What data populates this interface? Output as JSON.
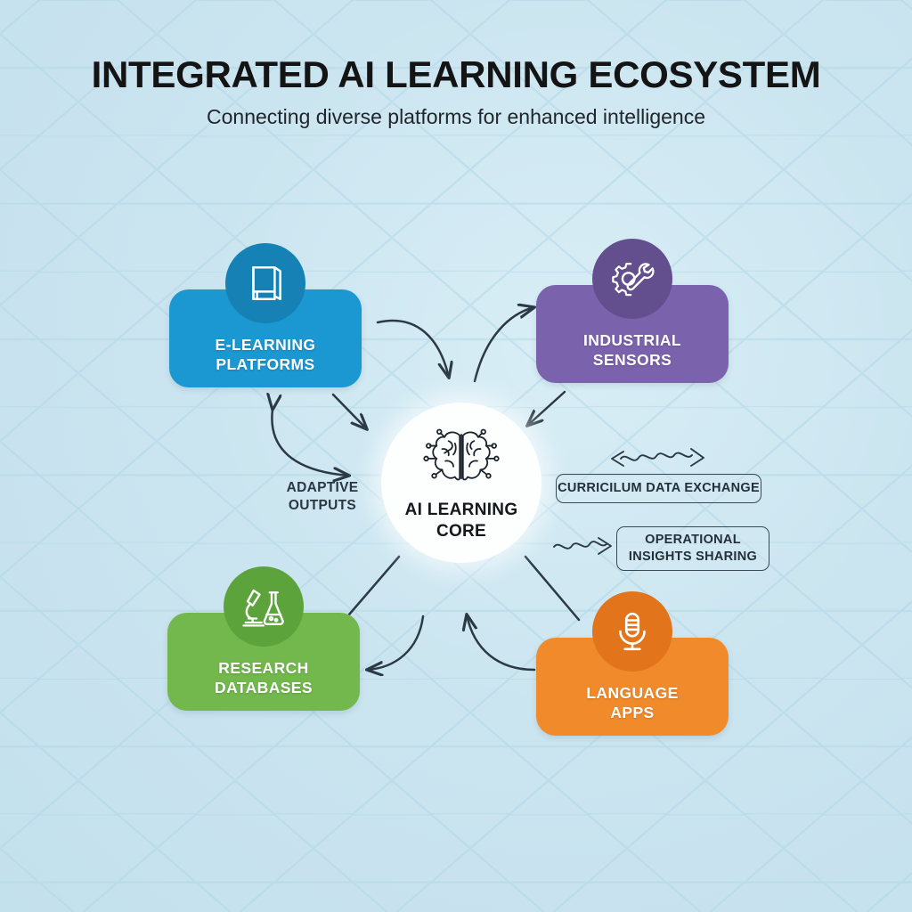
{
  "header": {
    "title": "INTEGRATED AI LEARNING ECOSYSTEM",
    "subtitle": "Connecting diverse platforms for enhanced intelligence"
  },
  "core": {
    "label": "AI LEARNING\nCORE",
    "icon": "brain-circuit-icon",
    "background_color": "#fdfefe"
  },
  "nodes": [
    {
      "id": "e-learning-platforms",
      "label": "E-LEARNING\nPLATFORMS",
      "icon": "book-icon",
      "color": "#1b97d1",
      "badge_color": "#1681b4"
    },
    {
      "id": "industrial-sensors",
      "label": "INDUSTRIAL\nSENSORS",
      "icon": "gear-wrench-icon",
      "color": "#7b62ad",
      "badge_color": "#634e8e"
    },
    {
      "id": "research-databases",
      "label": "RESEARCH\nDATABASES",
      "icon": "microscope-flask-icon",
      "color": "#72b84c",
      "badge_color": "#5da33c"
    },
    {
      "id": "language-apps",
      "label": "LANGUAGE\nAPPS",
      "icon": "microphone-icon",
      "color": "#f08a2b",
      "badge_color": "#e2741c"
    }
  ],
  "flows": [
    {
      "id": "adaptive-outputs",
      "label": "ADAPTIVE\nOUTPUTS",
      "style": "plain",
      "arrow": "curved-double"
    },
    {
      "id": "curriculum-data-exchange",
      "label": "CURRICILUM DATA EXCHANGE",
      "style": "boxed",
      "arrow": "squiggle-double-headed"
    },
    {
      "id": "operational-insights-sharing",
      "label": "OPERATIONAL\nINSIGHTS SHARING",
      "style": "boxed",
      "arrow": "squiggle-right"
    }
  ],
  "theme": {
    "background_color": "#cbe5f0",
    "hex_pattern_color": "#bcdcea",
    "connector_color": "#2c3a45",
    "flow_text_color": "#23303a",
    "title_color": "#141414"
  }
}
